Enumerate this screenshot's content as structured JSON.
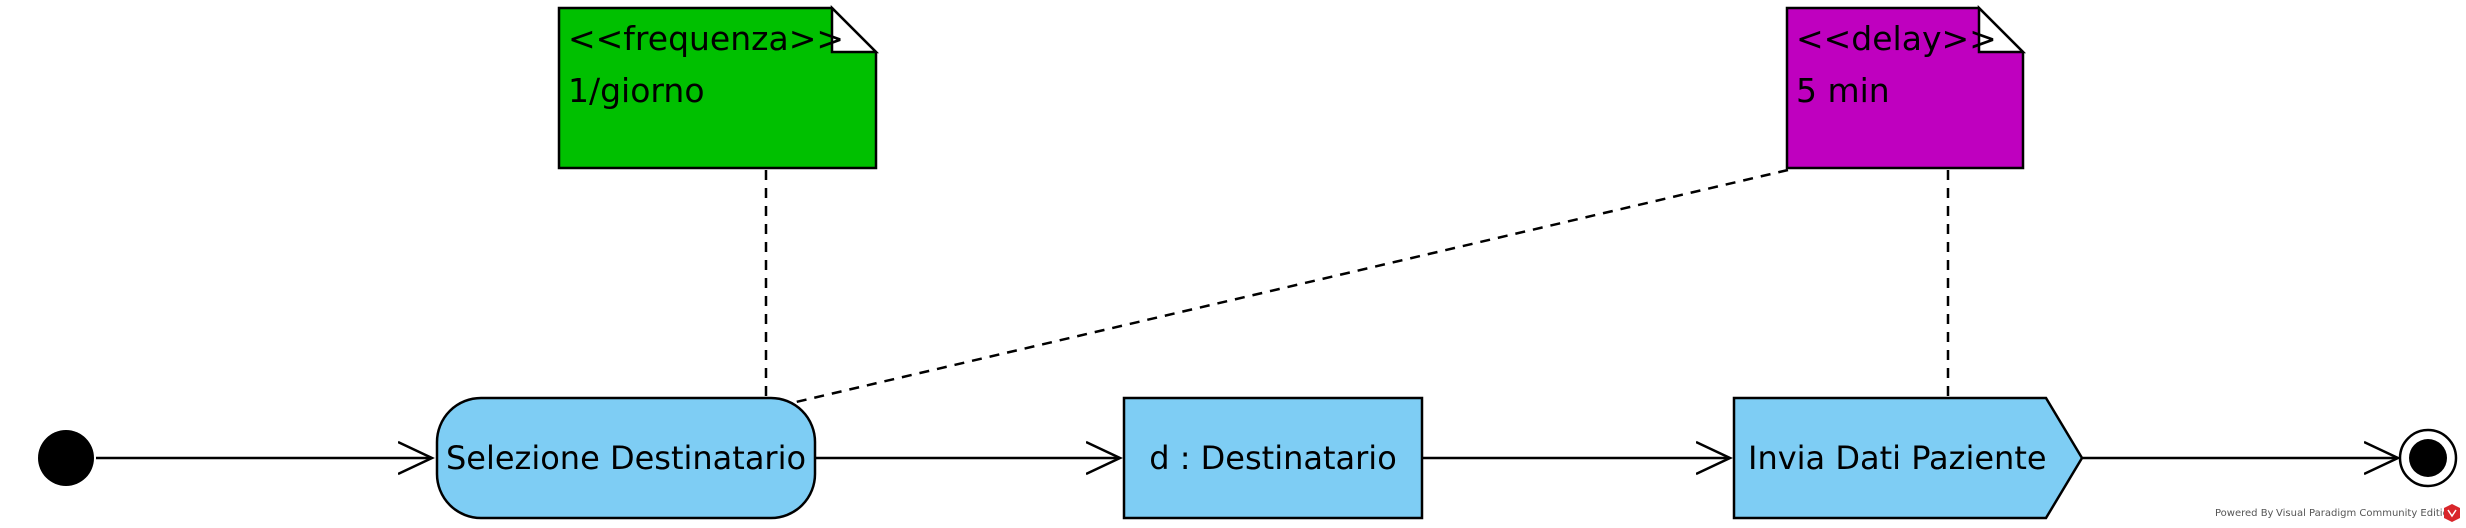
{
  "diagram": {
    "notes": {
      "frequency": {
        "stereotype": "<<frequenza>>",
        "value": "1/giorno",
        "color": "#00C000"
      },
      "delay": {
        "stereotype": "<<delay>>",
        "value": "5 min",
        "color": "#BF00BF"
      }
    },
    "nodes": {
      "action": {
        "label": "Selezione Destinatario",
        "color": "#7ECDF4"
      },
      "object": {
        "label": "d : Destinatario",
        "color": "#7ECDF4"
      },
      "send_signal": {
        "label": "Invia Dati Paziente",
        "color": "#7ECDF4"
      }
    },
    "initial_node": "initial",
    "final_node": "activity final"
  },
  "footer": {
    "powered_by": "Powered By",
    "product": "Visual Paradigm Community Edition",
    "logo_icon": "visual-paradigm-logo-icon"
  }
}
